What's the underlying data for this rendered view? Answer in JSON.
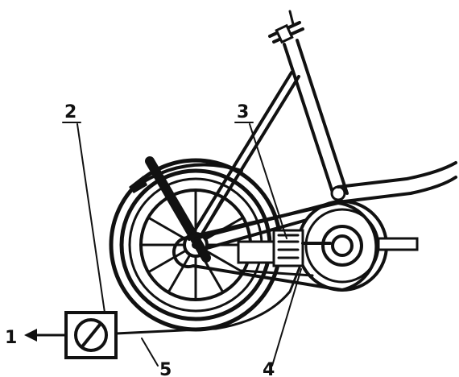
{
  "callouts": {
    "c1": "1",
    "c2": "2",
    "c3": "3",
    "c4": "4",
    "c5": "5"
  },
  "colors": {
    "ink": "#111111",
    "background": "#ffffff"
  }
}
